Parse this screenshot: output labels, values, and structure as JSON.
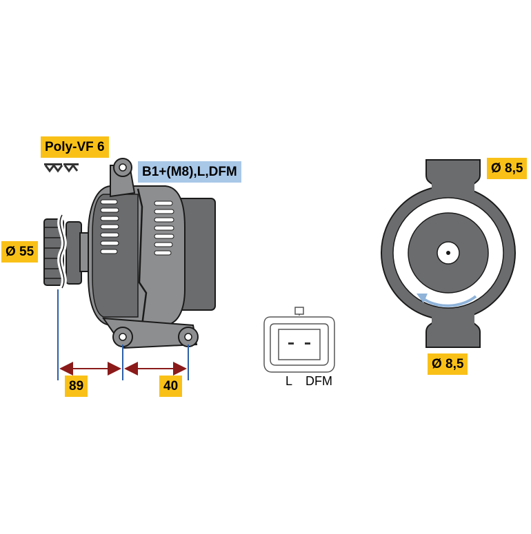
{
  "labels": {
    "belt_type": "Poly-VF 6",
    "terminals": "B1+(M8),L,DFM",
    "pulley_diameter": "Ø 55",
    "dim_89": "89",
    "dim_40": "40",
    "hole_top": "Ø 8,5",
    "hole_bottom": "Ø 8,5",
    "conn_pin_l": "L",
    "conn_pin_dfm": "DFM"
  },
  "colors": {
    "body_dark": "#6b6c6e",
    "body_mid": "#8d8e90",
    "body_light": "#b3b4b6",
    "outline": "#1a1a1a",
    "dim_red": "#8b1a1a",
    "dim_blue": "#2b5fa8",
    "arrow_blue": "#8fb3d9",
    "yellow": "#f9c118",
    "blue_tag": "#a9c8e8"
  }
}
